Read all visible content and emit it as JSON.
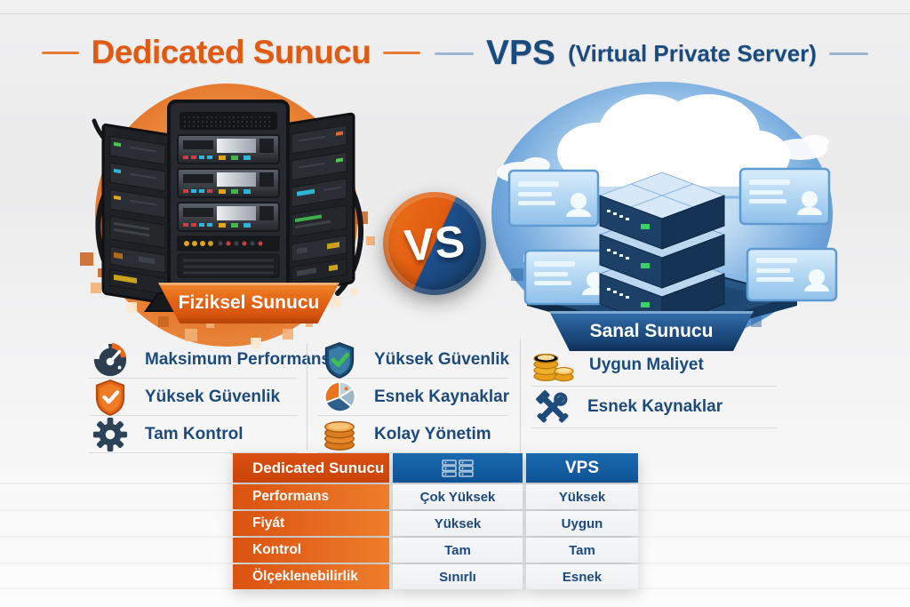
{
  "header": {
    "left_title": "Dedicated Sunucu",
    "right_title": "VPS",
    "right_subtitle": "(Virtual Private Server)"
  },
  "vs_badge": "VS",
  "left_scene": {
    "banner": "Fiziksel Sunucu"
  },
  "right_scene": {
    "banner": "Sanal Sunucu"
  },
  "features": {
    "dedicated": [
      {
        "icon": "gauge-icon",
        "label": "Maksimum Performans"
      },
      {
        "icon": "shield-check-icon",
        "label": "Yüksek Güvenlik"
      },
      {
        "icon": "gear-icon",
        "label": "Tam Kontrol"
      }
    ],
    "vps": [
      {
        "icon": "shield-check-icon",
        "label": "Yüksek Güvenlik"
      },
      {
        "icon": "pie-chart-icon",
        "label": "Esnek Kaynaklar"
      },
      {
        "icon": "coins-icon",
        "label": "Kolay Yönetim"
      }
    ],
    "vps_extra": [
      {
        "icon": "coins-icon",
        "label": "Uygun Maliyet"
      },
      {
        "icon": "tools-icon",
        "label": "Esnek Kaynaklar"
      }
    ]
  },
  "table": {
    "header": {
      "col1": "Dedicated Sunucu",
      "col2_icon": "server-icon",
      "col3": "VPS"
    },
    "rows": [
      {
        "label": "Performans",
        "dedicated": "Çok Yüksek",
        "vps": "Yüksek"
      },
      {
        "label": "Fiyát",
        "dedicated": "Yüksek",
        "vps": "Uygun"
      },
      {
        "label": "Kontrol",
        "dedicated": "Tam",
        "vps": "Tam"
      },
      {
        "label": "Ölçeklenebilirlik",
        "dedicated": "Sınırlı",
        "vps": "Esnek"
      }
    ]
  },
  "colors": {
    "orange": "#e05a12",
    "orange_table": "#da5210",
    "navy": "#1b4a7d",
    "blue_table": "#1566ab",
    "value_cell_bg": "#f2f3f5"
  }
}
